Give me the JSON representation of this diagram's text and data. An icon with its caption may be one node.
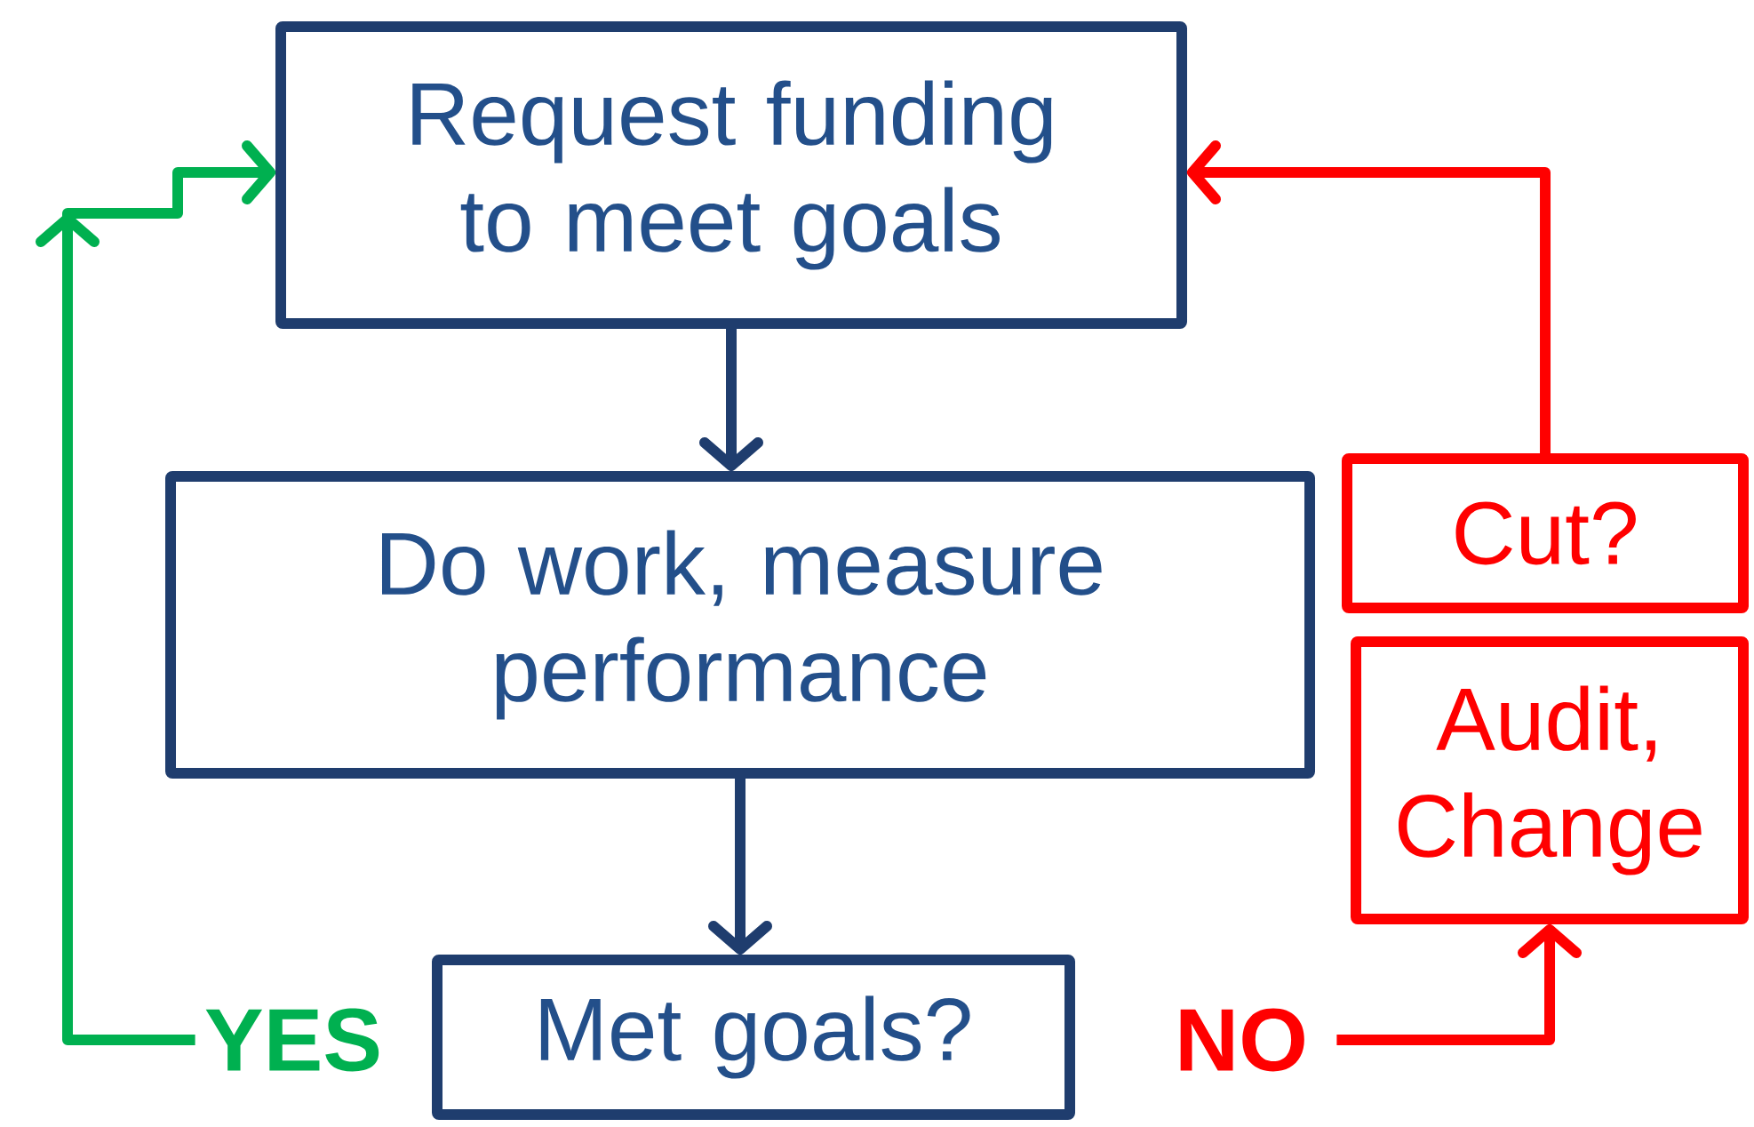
{
  "diagram": {
    "nodes": [
      {
        "text": [
          "Request funding to meet goals"
        ]
      },
      {
        "text": [
          "Do work, measure performance"
        ]
      },
      {
        "text": [
          "Met goals?"
        ]
      },
      {
        "text": [
          "YES"
        ]
      },
      {
        "text": [
          "NO"
        ]
      },
      {
        "text": [
          "Cut?"
        ]
      },
      {
        "text": [
          "Audit, Change"
        ]
      }
    ],
    "edges": [
      {
        "from": 0,
        "to": 1,
        "arrow": "to"
      },
      {
        "from": 1,
        "to": 2,
        "arrow": "to"
      },
      {
        "from": 3,
        "to": 0,
        "arrow": "to",
        "color": "#00b050"
      },
      {
        "from": 4,
        "to": 6,
        "arrow": "to",
        "color": "#ff0000"
      },
      {
        "from": 5,
        "to": 0,
        "arrow": "to",
        "color": "#ff0000"
      }
    ]
  }
}
